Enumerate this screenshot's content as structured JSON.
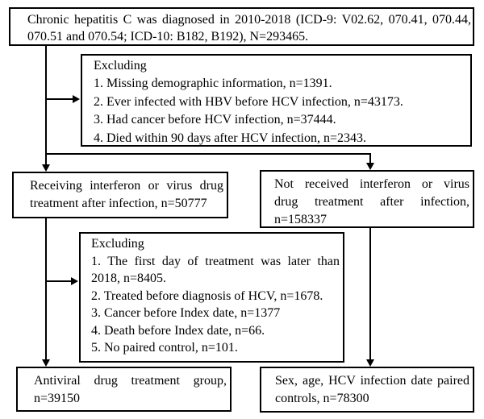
{
  "figure": {
    "type": "flowchart",
    "background_color": "#ffffff",
    "line_color": "#000000",
    "text_color": "#000000"
  },
  "boxes": {
    "diagnosis": {
      "lines": [
        "Chronic hepatitis C was diagnosed in 2010-2018 (ICD-9: V02.62, 070.41, 070.44,",
        "070.51 and 070.54; ICD-10: B182, B192), N=293465."
      ]
    },
    "exclusion1": {
      "lines": [
        "Excluding",
        "1. Missing demographic information, n=1391.",
        "2. Ever infected with HBV before HCV infection, n=43173.",
        "3. Had cancer before HCV infection, n=37444.",
        "4. Died within 90 days after HCV infection, n=2343."
      ]
    },
    "treated": {
      "lines": [
        "Receiving interferon or virus drug",
        "treatment after infection, n=50777"
      ]
    },
    "untreated": {
      "lines": [
        "Not received interferon or virus",
        "drug treatment after infection,",
        "n=158337"
      ]
    },
    "exclusion2": {
      "lines": [
        "Excluding",
        "1. The first day of treatment was later than",
        "2018, n=8405.",
        "2. Treated before diagnosis of HCV, n=1678.",
        "3. Cancer before Index date, n=1377",
        "4. Death before Index date, n=66.",
        "5. No paired control, n=101."
      ]
    },
    "treatment_group": {
      "lines": [
        "Antiviral drug treatment group,",
        "n=39150"
      ]
    },
    "paired_controls": {
      "lines": [
        "Sex, age, HCV infection date paired",
        "controls, n=78300"
      ]
    }
  }
}
